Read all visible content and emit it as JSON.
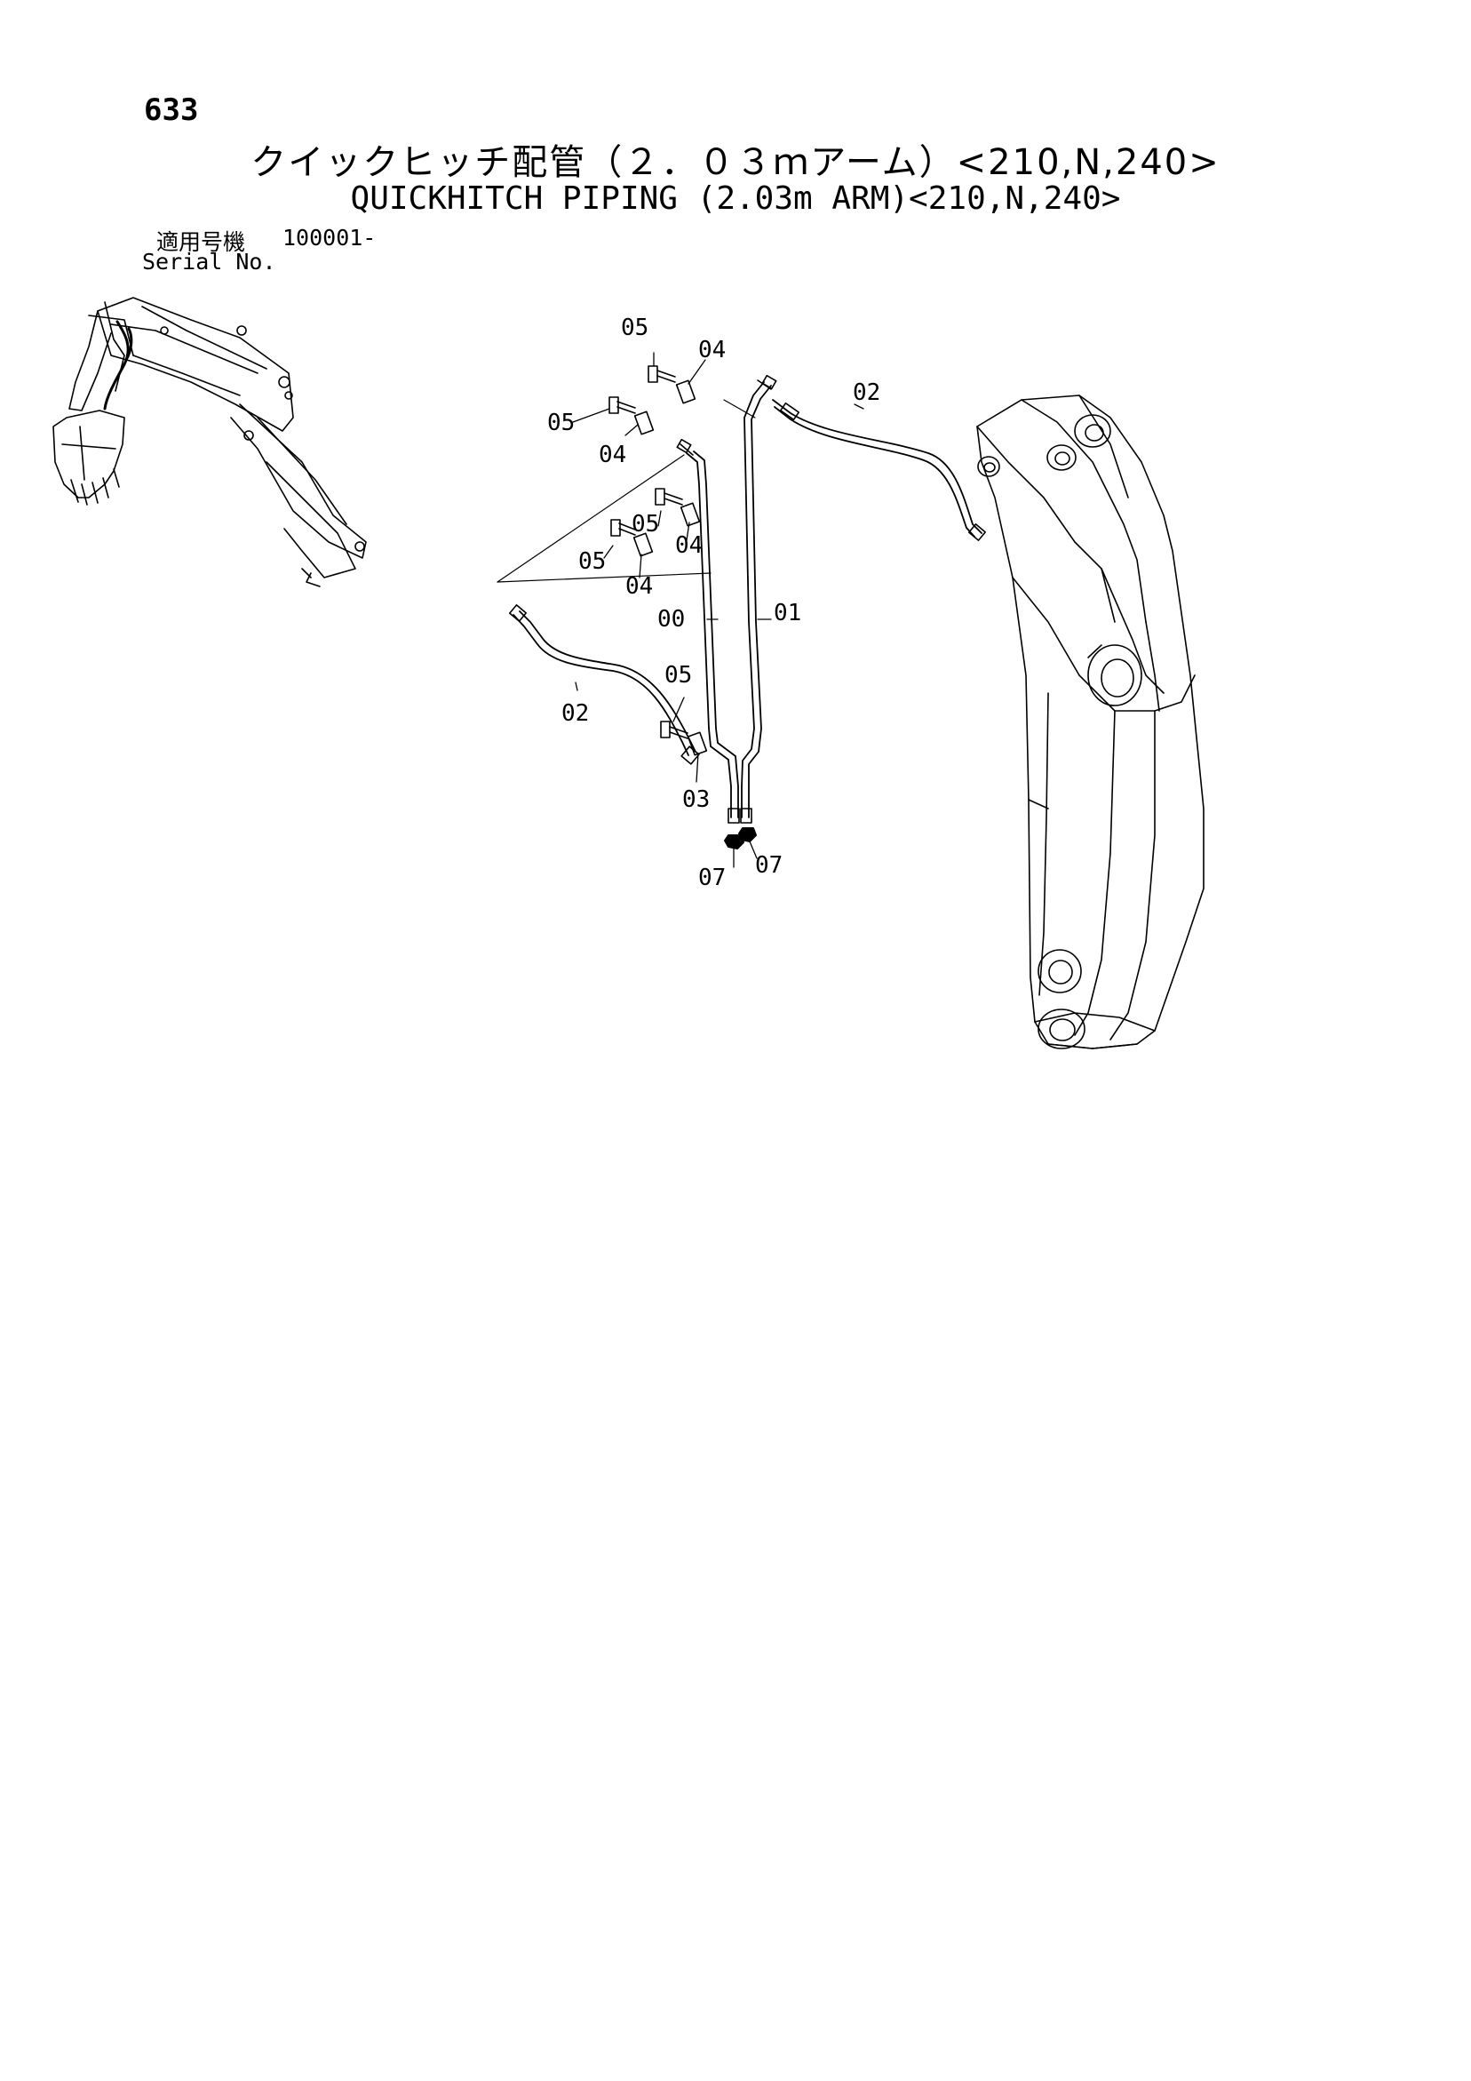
{
  "header": {
    "page_number": "633",
    "title_jp": "クイックヒッチ配管（２．０３ｍアーム）<210,N,240>",
    "title_en": "QUICKHITCH PIPING (2.03m ARM)<210,N,240>",
    "serial_label_jp": "適用号機",
    "serial_value": "100001-",
    "serial_label_en": "Serial No."
  },
  "callouts": [
    "05",
    "04",
    "02",
    "05",
    "04",
    "05",
    "04",
    "05",
    "04",
    "00",
    "01",
    "02",
    "05",
    "03",
    "07",
    "07"
  ]
}
